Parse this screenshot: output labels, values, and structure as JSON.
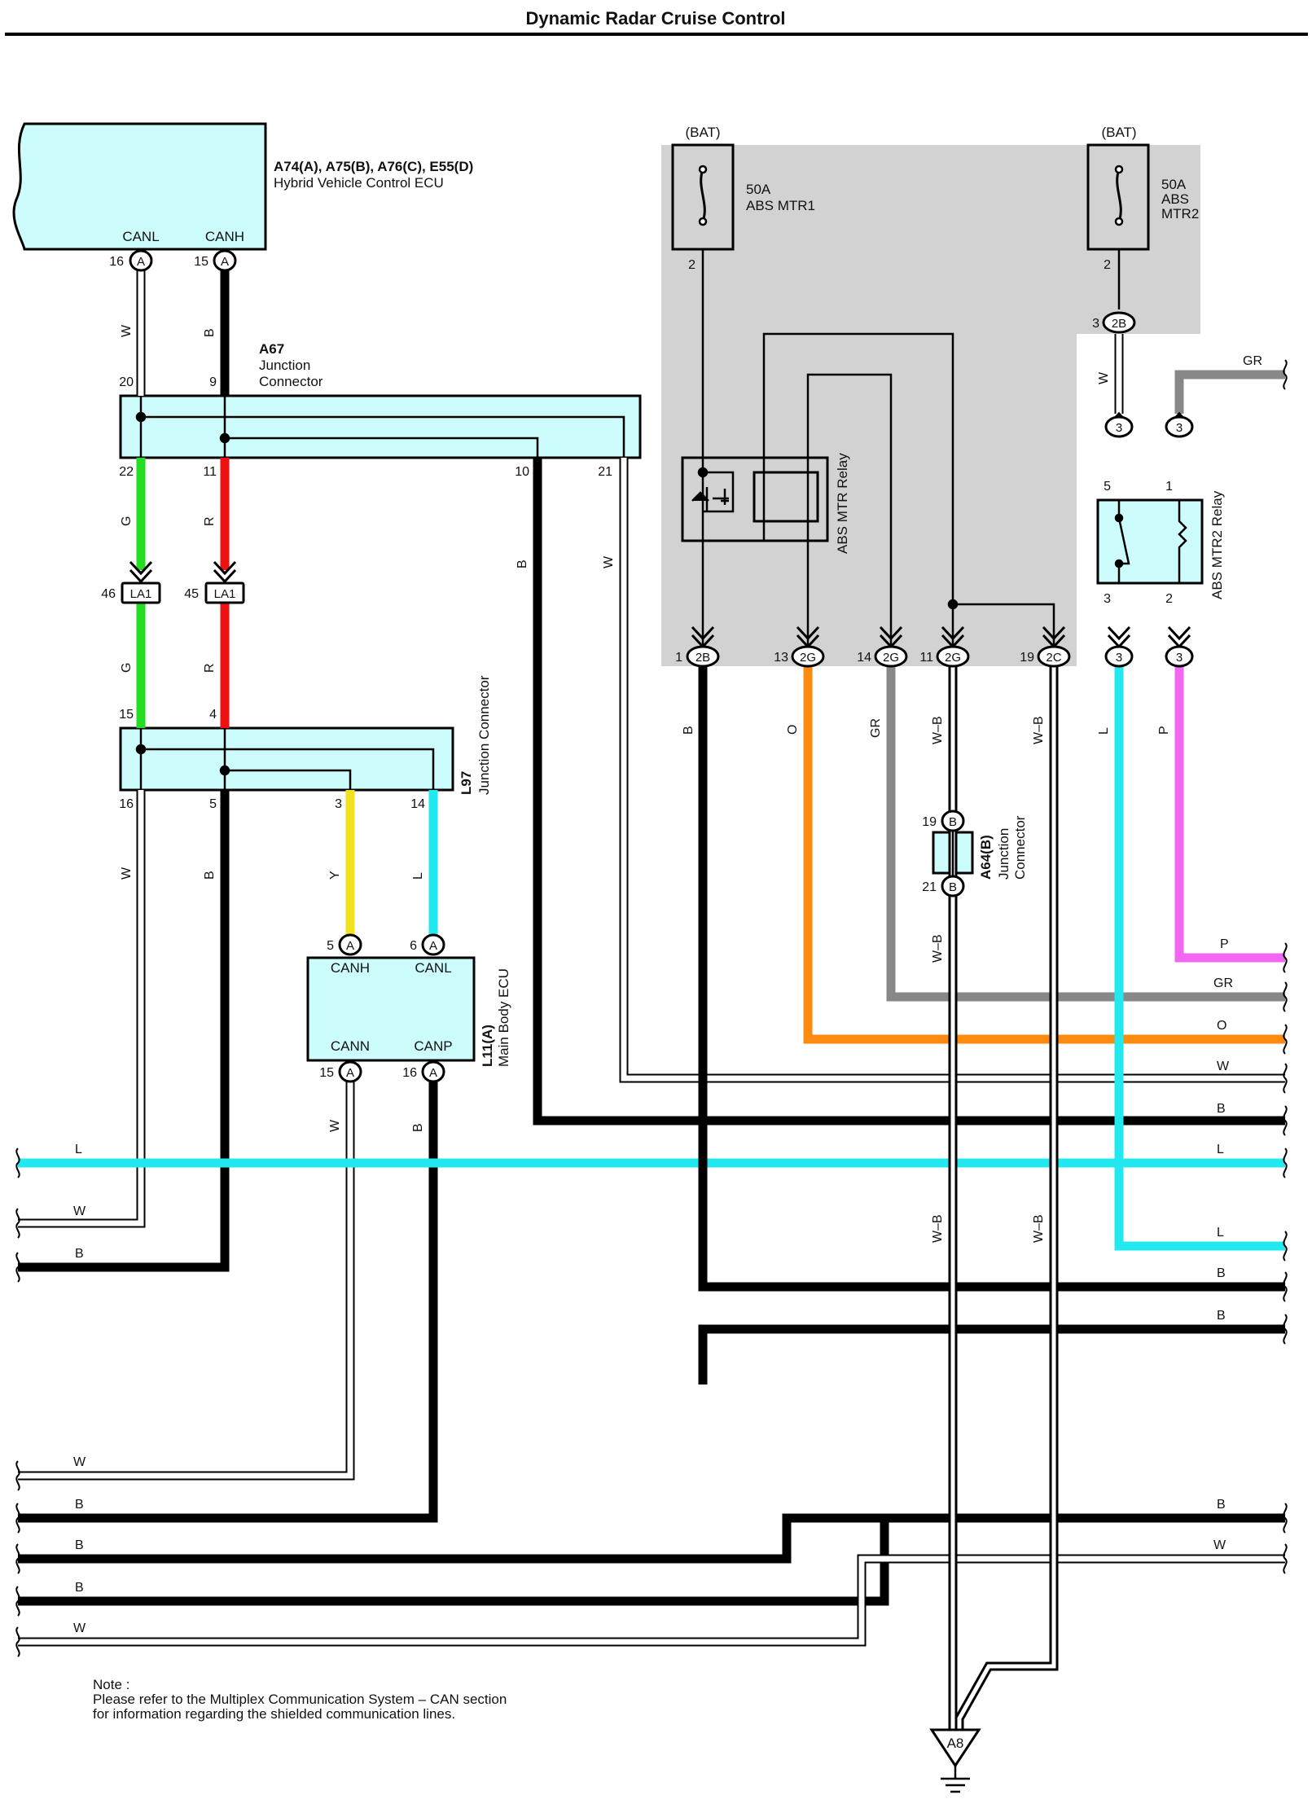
{
  "title": "Dynamic Radar Cruise Control",
  "note": {
    "line1": "Note :",
    "line2": "Please refer to the Multiplex Communication System – CAN section",
    "line3": "for information regarding the shielded communication lines."
  },
  "colors": {
    "L": "#22e8f0",
    "G": "#22dd22",
    "R": "#ee1111",
    "Y": "#f2e21e",
    "O": "#ff8a10",
    "GR": "#888888",
    "P": "#f266f2",
    "B": "#000000",
    "W": "#ffffff",
    "box": "#ccfcfc",
    "shade": "#d2d2d2"
  },
  "components": {
    "hv_ecu": {
      "id": "A74(A), A75(B), A76(C), E55(D)",
      "name": "Hybrid Vehicle Control ECU",
      "pin_canl": "CANL",
      "pin_canh": "CANH"
    },
    "a67": {
      "id": "A67",
      "name1": "Junction",
      "name2": "Connector"
    },
    "l97": {
      "id": "L97",
      "name": "Junction Connector"
    },
    "main_body": {
      "id": "L11(A)",
      "name": "Main Body ECU",
      "canh": "CANH",
      "canl": "CANL",
      "cann": "CANN",
      "canp": "CANP"
    },
    "a64": {
      "id": "A64(B)",
      "name1": "Junction",
      "name2": "Connector"
    },
    "fuse1": {
      "bat": "(BAT)",
      "rating": "50A",
      "name": "ABS MTR1"
    },
    "fuse2": {
      "bat": "(BAT)",
      "rating": "50A",
      "name1": "ABS",
      "name2": "MTR2"
    },
    "relay1": {
      "name": "ABS MTR Relay"
    },
    "relay2": {
      "name": "ABS MTR2 Relay"
    },
    "ground": {
      "id": "A8"
    }
  },
  "pins": {
    "hv16": "16",
    "hv15": "15",
    "hvA": "A",
    "a67_20": "20",
    "a67_9": "9",
    "a67_22": "22",
    "a67_11": "11",
    "a67_10": "10",
    "a67_21": "21",
    "la46": "46",
    "la45": "45",
    "la": "LA1",
    "l97_15": "15",
    "l97_4": "4",
    "l97_16": "16",
    "l97_5": "5",
    "l97_3": "3",
    "l97_14": "14",
    "mb5": "5",
    "mb6": "6",
    "mb15": "15",
    "mb16": "16",
    "mbA": "A",
    "f1_2": "2",
    "f2_2": "2",
    "p3": "3",
    "c2B": "2B",
    "c2G": "2G",
    "c2C": "2C",
    "c3": "3",
    "bot1": "1",
    "bot13": "13",
    "bot14": "14",
    "bot11": "11",
    "bot19": "19",
    "r2_5": "5",
    "r2_1": "1",
    "r2_3": "3",
    "r2_2": "2",
    "a64_19": "19",
    "a64_21": "21",
    "a64B": "B"
  },
  "wire_labels": {
    "W": "W",
    "B": "B",
    "G": "G",
    "R": "R",
    "Y": "Y",
    "L": "L",
    "O": "O",
    "GR": "GR",
    "P": "P",
    "WB": "W–B"
  }
}
